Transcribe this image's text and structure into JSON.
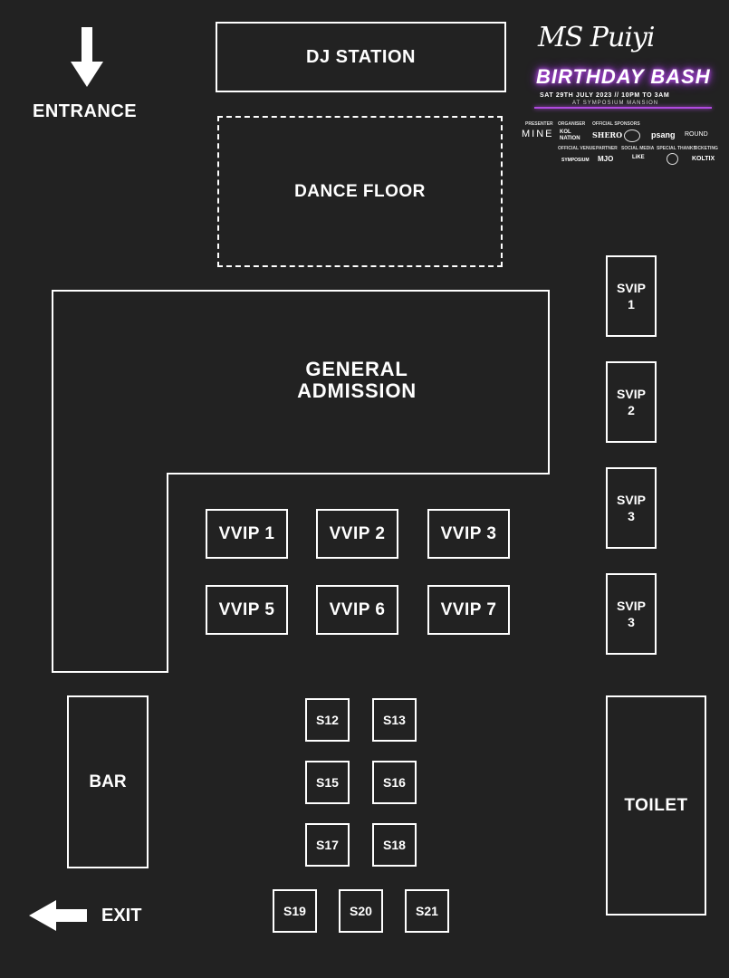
{
  "entrance": {
    "label": "ENTRANCE",
    "icon": "arrow-down-icon"
  },
  "exit": {
    "label": "EXIT",
    "icon": "arrow-left-icon"
  },
  "dj_station": "DJ STATION",
  "dance_floor": "DANCE FLOOR",
  "general_admission": {
    "line1": "GENERAL",
    "line2": "ADMISSION"
  },
  "vvip": [
    "VVIP 1",
    "VVIP 2",
    "VVIP 3",
    "VVIP 5",
    "VVIP 6",
    "VVIP 7"
  ],
  "svip": [
    {
      "line1": "SVIP",
      "line2": "1"
    },
    {
      "line1": "SVIP",
      "line2": "2"
    },
    {
      "line1": "SVIP",
      "line2": "3"
    },
    {
      "line1": "SVIP",
      "line2": "3"
    }
  ],
  "bar": "BAR",
  "toilet": "TOILET",
  "seats": [
    "S12",
    "S13",
    "S15",
    "S16",
    "S17",
    "S18",
    "S19",
    "S20",
    "S21"
  ],
  "event": {
    "script_title": "MS Puiyi",
    "title": "BIRTHDAY BASH",
    "date_line": "SAT 29TH JULY 2023 // 10PM TO 3AM",
    "venue_line": "AT SYMPOSIUM MANSION",
    "accent_color": "#b04ae0"
  },
  "sponsors": {
    "presenter_label": "PRESENTER",
    "presenter": "MINE",
    "organiser_label": "ORGANISER",
    "organiser": "KOL NATION",
    "official_sponsors_label": "OFFICIAL SPONSORS",
    "sponsor1": "SHERO",
    "sponsor2": "psang",
    "sponsor3": "ROUND",
    "official_venue_label": "OFFICIAL VENUE",
    "venue": "SYMPOSIUM",
    "partner_label": "PARTNER",
    "partner": "MJO",
    "social_media_label": "SOCIAL MEDIA",
    "social_media": "LiKE",
    "special_thanks_label": "SPECIAL THANKS",
    "ticketing_label": "TICKETING",
    "ticketing": "KOLTIX"
  }
}
